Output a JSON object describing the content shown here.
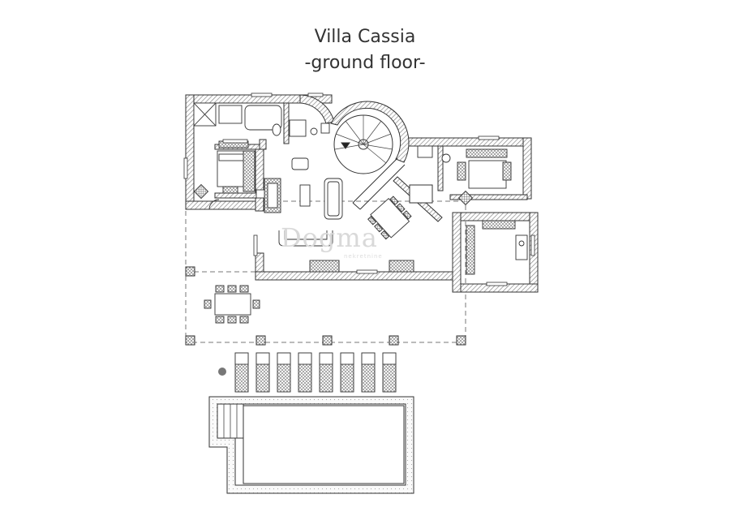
{
  "title": {
    "line1": "Villa Cassia",
    "line2": "-ground floor-"
  },
  "watermark": {
    "brand": "Dogma",
    "tagline": "nekretnine"
  },
  "colors": {
    "wall_hatch": "#888888",
    "line": "#333333",
    "dashed": "#777777"
  }
}
